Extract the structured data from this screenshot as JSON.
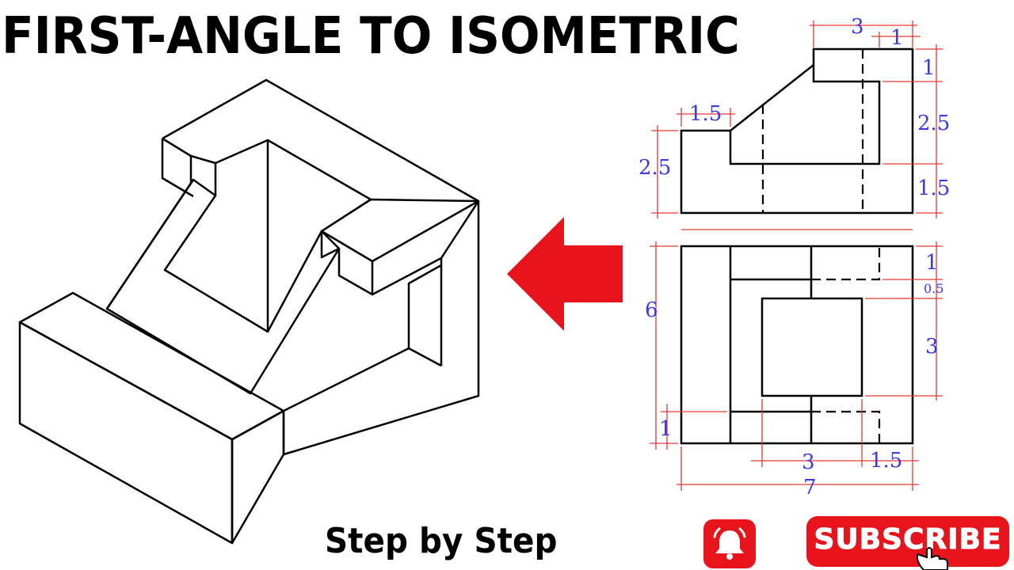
{
  "header": {
    "title": "FIRST-ANGLE TO ISOMETRIC"
  },
  "footer": {
    "subtitle": "Step by Step",
    "subscribe_label": "SUBSCRIBE"
  },
  "icons": {
    "bell": "bell-icon",
    "arrow": "left-arrow-icon",
    "cursor": "hand-pointer-icon"
  },
  "colors": {
    "arrow": "#e8141b",
    "dimension_lines": "#e53935",
    "dimension_text": "#3a3ae6",
    "button": "#e8141b"
  },
  "front_view": {
    "dims": {
      "top_total": "3",
      "top_right": "1",
      "right_top": "1",
      "right_mid": "2.5",
      "right_bottom": "1.5",
      "left_step": "1.5",
      "left_height": "2.5"
    }
  },
  "top_view": {
    "dims": {
      "right_top": "1",
      "right_small": "0.5",
      "right_mid": "3",
      "left_height": "6",
      "left_bottom": "1",
      "bottom_mid": "3",
      "bottom_right": "1.5",
      "bottom_total": "7"
    }
  }
}
